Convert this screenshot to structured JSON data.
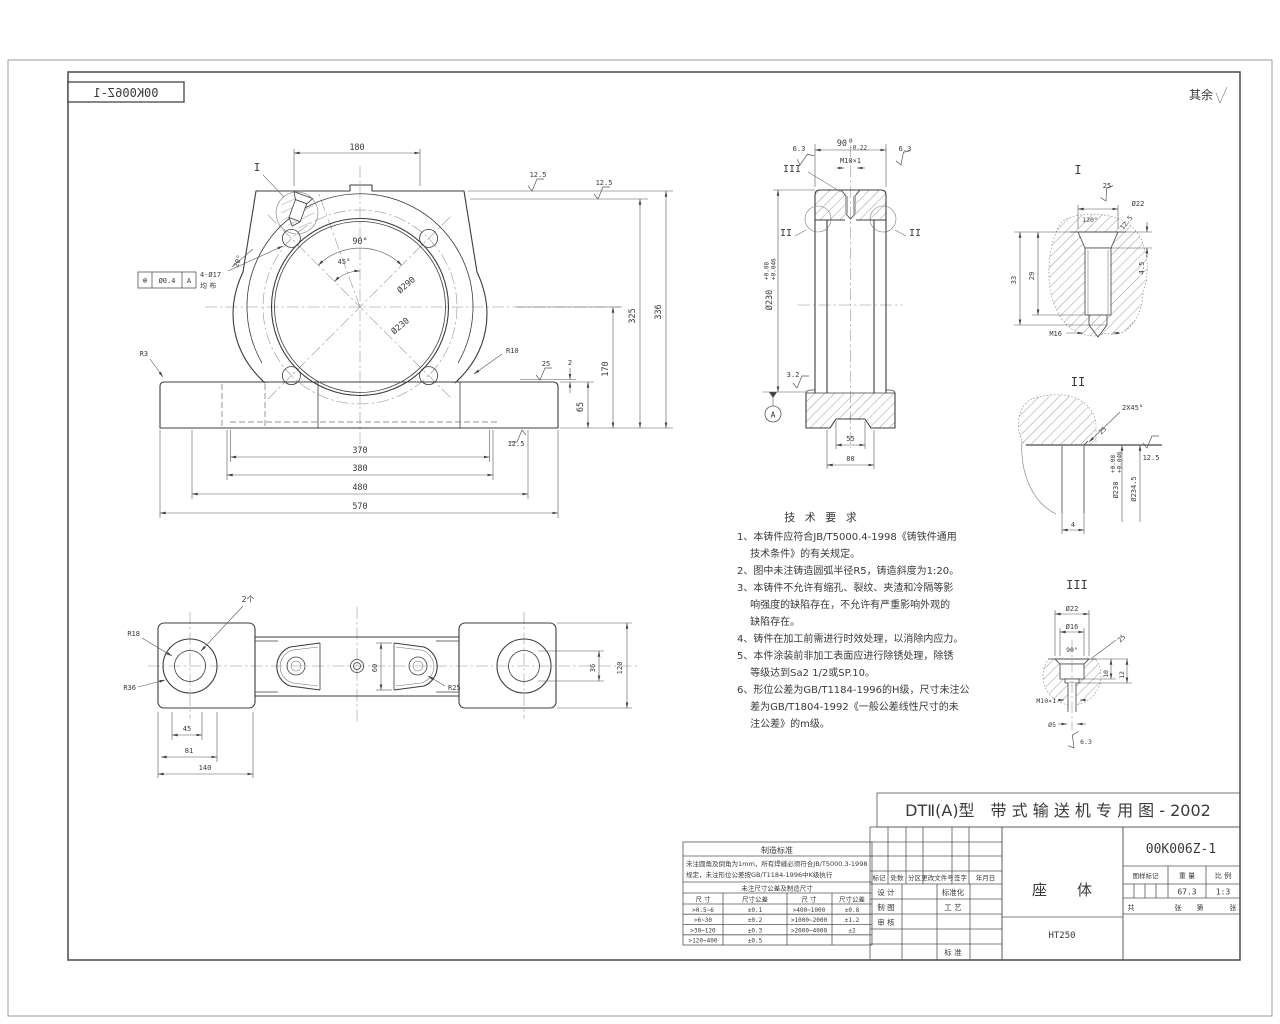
{
  "page": {
    "stamp": "00K006Z-1",
    "rest_note": "其余"
  },
  "front": {
    "callout": "I",
    "d180": "180",
    "d290": "Ø290",
    "d230": "Ø230",
    "a90": "90°",
    "a45": "45°",
    "a20": "20°",
    "r10": "R10",
    "r3": "R3",
    "d370": "370",
    "d380": "380",
    "d480": "480",
    "d570": "570",
    "d336": "336",
    "d325": "325",
    "d170": "170",
    "d65": "65",
    "d2": "2",
    "f125": "12.5",
    "f25": "25",
    "tol_sym": "⊕",
    "tol_val": "Ø0.4",
    "tol_datum": "A",
    "tol_note1": "4-Ø17",
    "tol_note2": "均 布"
  },
  "bottom": {
    "two": "2个",
    "r18": "R18",
    "r36": "R36",
    "r25": "R25",
    "d45": "45",
    "d81": "81",
    "d140": "140",
    "d60": "60",
    "d36": "36",
    "d120": "120"
  },
  "section": {
    "lbl3": "III",
    "lbl2a": "II",
    "lbl2b": "II",
    "d90": "90",
    "d90sup": "0",
    "d90sub": "-0.22",
    "thread": "M10×1",
    "f63a": "6.3",
    "f63b": "6.3",
    "bore": "Ø230",
    "boresup": "+0.08",
    "boresub": "+0.046",
    "f32": "3.2",
    "datum": "A",
    "d55": "55",
    "d80": "80"
  },
  "det1": {
    "t": "I",
    "f25": "25",
    "d22": "Ø22",
    "a120": "120°",
    "f125": "12.5",
    "d33": "33",
    "d29": "29",
    "d45": "4.5",
    "m16": "M16"
  },
  "det2": {
    "t": "II",
    "ch": "2X45°",
    "f25": "25",
    "f125": "12.5",
    "bore": "Ø230",
    "sup": "+0.08",
    "sub": "+0.046",
    "od": "Ø234.5",
    "d4": "4"
  },
  "det3": {
    "t": "III",
    "d22": "Ø22",
    "d16": "Ø16",
    "a90": "90°",
    "f25": "25",
    "d10": "10",
    "d12": "12",
    "thread": "M10×1",
    "d5": "Ø5",
    "f63": "6.3"
  },
  "tech": {
    "title": "技 术 要 求",
    "lines": [
      "1、本铸件应符合JB/T5000.4-1998《铸铁件通用",
      "　 技术条件》的有关规定。",
      "2、图中未注铸造圆弧半径R5，铸造斜度为1:20。",
      "3、本铸件不允许有缩孔、裂纹、夹渣和冷隔等影",
      "　 响强度的缺陷存在，不允许有严重影响外观的",
      "　 缺陷存在。",
      "4、铸件在加工前需进行时效处理，以消除内应力。",
      "5、本件涂装前非加工表面应进行除锈处理，除锈",
      "　 等级达到Sa2 1/2或SP.10。",
      "6、形位公差为GB/T1184-1996的H级，尺寸未注公",
      "　 差为GB/T1804-1992《一般公差线性尺寸的未",
      "　 注公差》的m级。"
    ]
  },
  "mfg": {
    "title": "制造标准",
    "note1": "未注圆角及倒角为1mm，所有焊缝必须符合JB/T5000.3-1998",
    "note2": "规定，未注形位公差按GB/T1184-1996中K级执行",
    "tbl_title": "未注尺寸公差及制造尺寸",
    "h1": "尺 寸",
    "h2": "尺寸公差",
    "h3": "尺 寸",
    "h4": "尺寸公差",
    "rows": [
      [
        ">0.5~6",
        "±0.1",
        ">400~1000",
        "±0.8"
      ],
      [
        ">6~30",
        "±0.2",
        ">1000~2000",
        "±1.2"
      ],
      [
        ">30~120",
        "±0.3",
        ">2000~4000",
        "±2"
      ],
      [
        ">120~400",
        "±0.5",
        "",
        ""
      ]
    ]
  },
  "tb": {
    "title": "DTⅡ(A)型　带 式 输 送 机 专 用 图 - 2002",
    "no": "00K006Z-1",
    "part": "座　　体",
    "mat": "HT250",
    "rev1": "标记",
    "rev2": "处数",
    "rev3": "分区",
    "rev4": "更改文件号",
    "rev5": "签字",
    "rev6": "年月日",
    "l1": "设 计",
    "l2": "标准化",
    "l3": "制 图",
    "l4": "工 艺",
    "l5": "审 核",
    "l6": "标 准",
    "r1": "图样标记",
    "r2": "重 量",
    "r3": "比 例",
    "w": "67.3",
    "s": "1:3",
    "c1": "共",
    "c2": "张",
    "c3": "第",
    "c4": "张"
  }
}
